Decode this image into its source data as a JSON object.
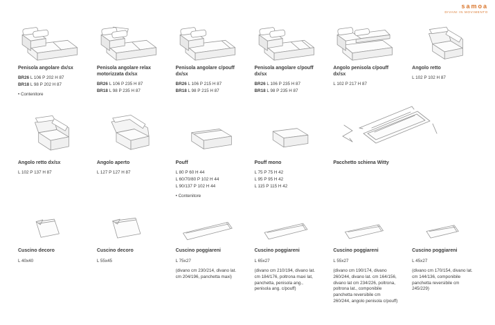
{
  "brand": {
    "name": "samoa",
    "tagline": "DIVANI IN MOVIMENTO",
    "color": "#d9752b"
  },
  "rows": [
    {
      "items": [
        {
          "title": "Penisola angolare dx/sx",
          "specs": [
            {
              "b": "BR26",
              "t": "L 106 P 202 H 87"
            },
            {
              "b": "BR18",
              "t": "L 98 P 202 H 87"
            },
            "• Contenitore"
          ]
        },
        {
          "title": "Penisola angolare relax motorizzata dx/sx",
          "specs": [
            {
              "b": "BR26",
              "t": "L 106 P 235 H 87"
            },
            {
              "b": "BR18",
              "t": "L 98 P 235 H 87"
            }
          ]
        },
        {
          "title": "Penisola angolare c/pouff dx/sx",
          "specs": [
            {
              "b": "BR26",
              "t": "L 106 P 215 H 87"
            },
            {
              "b": "BR18",
              "t": "L 98 P 215 H 87"
            }
          ]
        },
        {
          "title": "Penisola angolare c/pouff dx/sx",
          "specs": [
            {
              "b": "BR26",
              "t": "L 106 P 235 H 87"
            },
            {
              "b": "BR18",
              "t": "L 98 P 235 H 87"
            }
          ]
        },
        {
          "title": "Angolo penisola c/pouff dx/sx",
          "specs": [
            "L 102 P 217 H 87"
          ]
        },
        {
          "title": "Angolo retto",
          "specs": [
            "L 102 P 102 H 87"
          ]
        }
      ]
    },
    {
      "items": [
        {
          "title": "Angolo retto dx/sx",
          "specs": [
            "L 102 P 137 H 87"
          ]
        },
        {
          "title": "Angolo aperto",
          "specs": [
            "L 127 P 127 H 87"
          ]
        },
        {
          "title": "Pouff",
          "specs": [
            "L 80 P 60 H 44",
            "L 60/70/80 P 102 H 44",
            "L 90/137 P 102 H 44",
            "• Contenitore"
          ]
        },
        {
          "title": "Pouff mono",
          "specs": [
            "L 75 P 75 H 42",
            "L 95 P 95 H 42",
            "L 115 P 115 H 42"
          ]
        },
        {
          "title": "Pacchetto schiena Witty",
          "specs": []
        }
      ]
    },
    {
      "items": [
        {
          "title": "Cuscino decoro",
          "specs": [
            "L 40x40"
          ],
          "note": ""
        },
        {
          "title": "Cuscino decoro",
          "specs": [
            "L 55x45"
          ],
          "note": ""
        },
        {
          "title": "Cuscino poggiareni",
          "specs": [
            "L 75x27"
          ],
          "note": "(divano cm 230/214, divano lat. cm 204/196, panchetta maxi)"
        },
        {
          "title": "Cuscino poggiareni",
          "specs": [
            "L 65x27"
          ],
          "note": "(divano cm 210/194, divano lat. cm 184/176, poltrona maxi lat, panchetta, penisola ang., penisola ang. c/pouff)"
        },
        {
          "title": "Cuscino poggiareni",
          "specs": [
            "L 55x27"
          ],
          "note": "(divano cm 190/174, divano 260/244, divano lat. cm 164/156, divano lat cm 234/226, poltrona, poltrona lat., componibile panchetta reversibile cm 260/244, angolo penisola c/pouff)"
        },
        {
          "title": "Cuscino poggiareni",
          "specs": [
            "L 45x27"
          ],
          "note": "(divano cm 170/154, divano lat. cm 144/136, componibile panchetta reversibile cm 245/229)"
        }
      ]
    }
  ]
}
